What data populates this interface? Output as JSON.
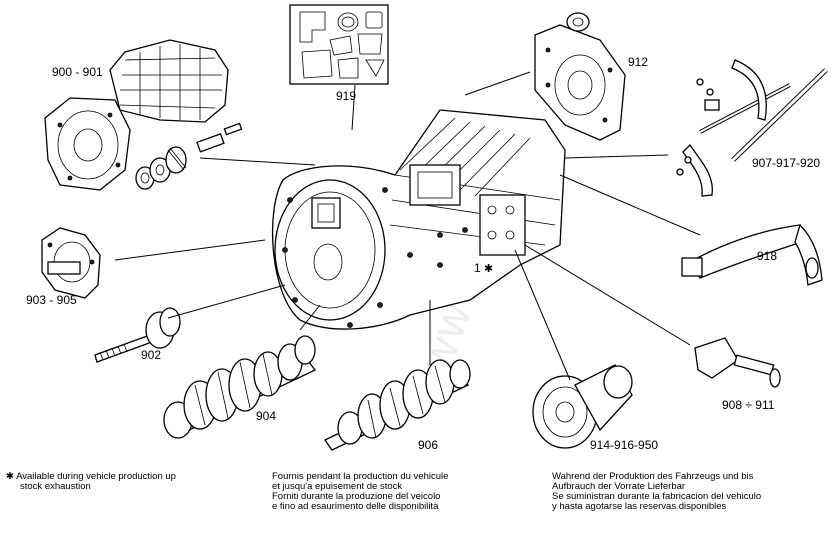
{
  "labels": {
    "l900": "900 - 901",
    "l919": "919",
    "l912": "912",
    "l907": "907-917-920",
    "l903": "903 - 905",
    "l918": "918",
    "l902": "902",
    "l1": "1",
    "l908": "908 ÷ 911",
    "l904": "904",
    "l906": "906",
    "l914": "914-916-950"
  },
  "star_symbol": "✱",
  "notes": {
    "en_1": "Available during vehicle production up",
    "en_2": "stock exhaustion",
    "fr_1": "Fournis pendant la production du vehicule",
    "fr_2": "et jusqu'a epuisement de stock",
    "it_1": "Forniti durante la produzione del veicolo",
    "it_2": "e fino ad esaurimento delle disponibilità",
    "de_1": "Wahrend der Produktion des Fahrzeugs und bis",
    "de_2": "Aufbrauch der Vorrate Lieferbar",
    "es_1": "Se suministran durante la fabricacion del vehiculo",
    "es_2": "y hasta agotarse las reservas disponibles"
  }
}
